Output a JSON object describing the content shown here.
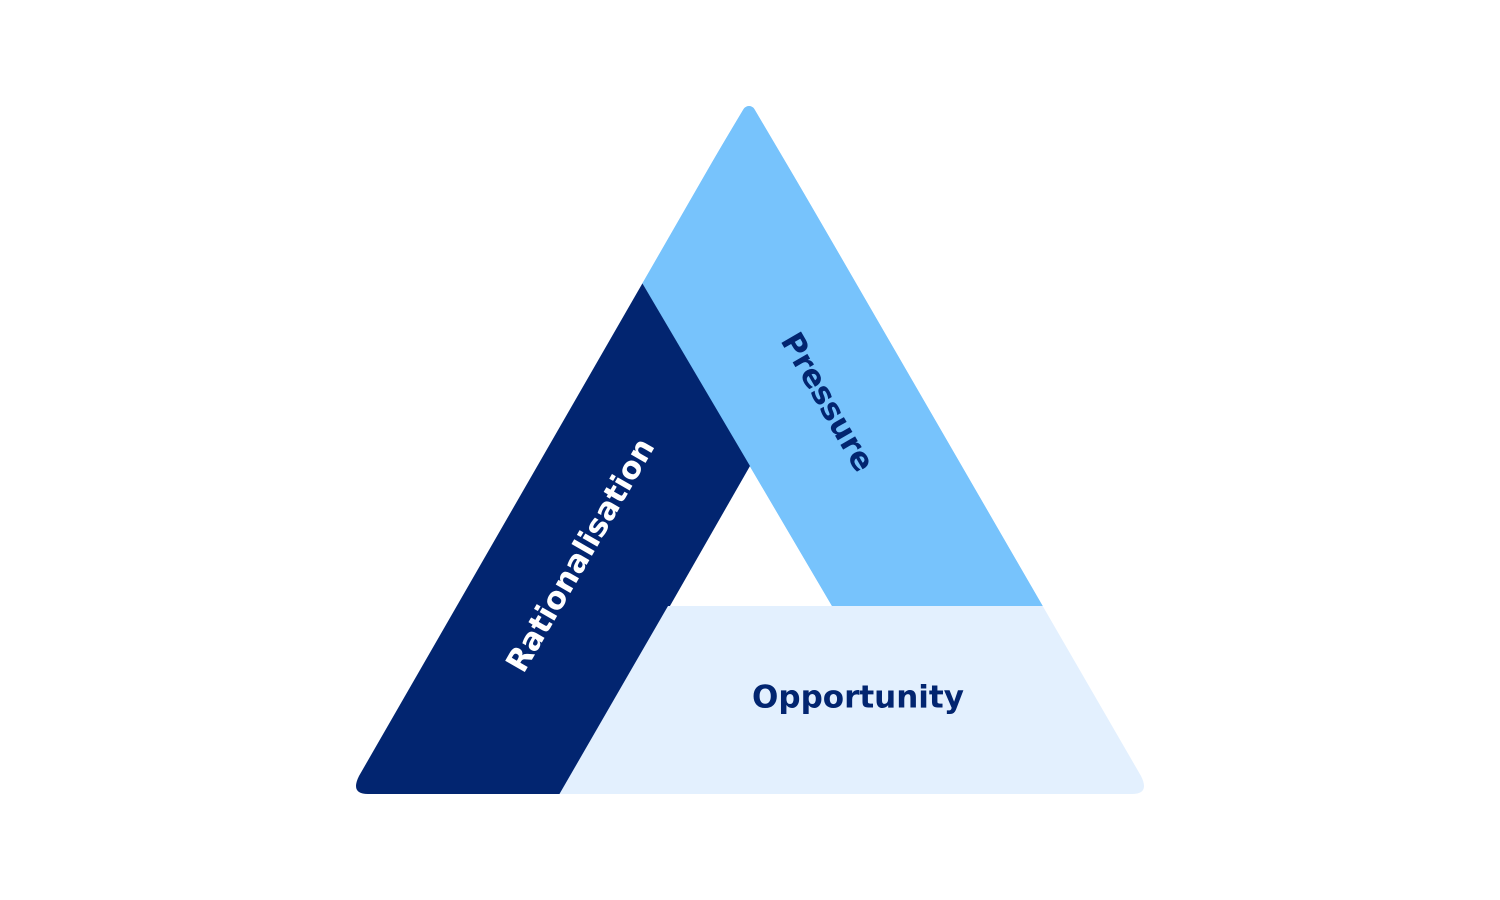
{
  "diagram": {
    "title": "Fraud triangle",
    "segments": [
      {
        "id": "pressure",
        "label": "Pressure",
        "color": "#77C3FC",
        "text_color": "#022570"
      },
      {
        "id": "rationalisation",
        "label": "Rationalisation",
        "color": "#022570",
        "text_color": "#FFFFFF"
      },
      {
        "id": "opportunity",
        "label": "Opportunity",
        "color": "#E3F0FE",
        "text_color": "#022570"
      }
    ]
  }
}
